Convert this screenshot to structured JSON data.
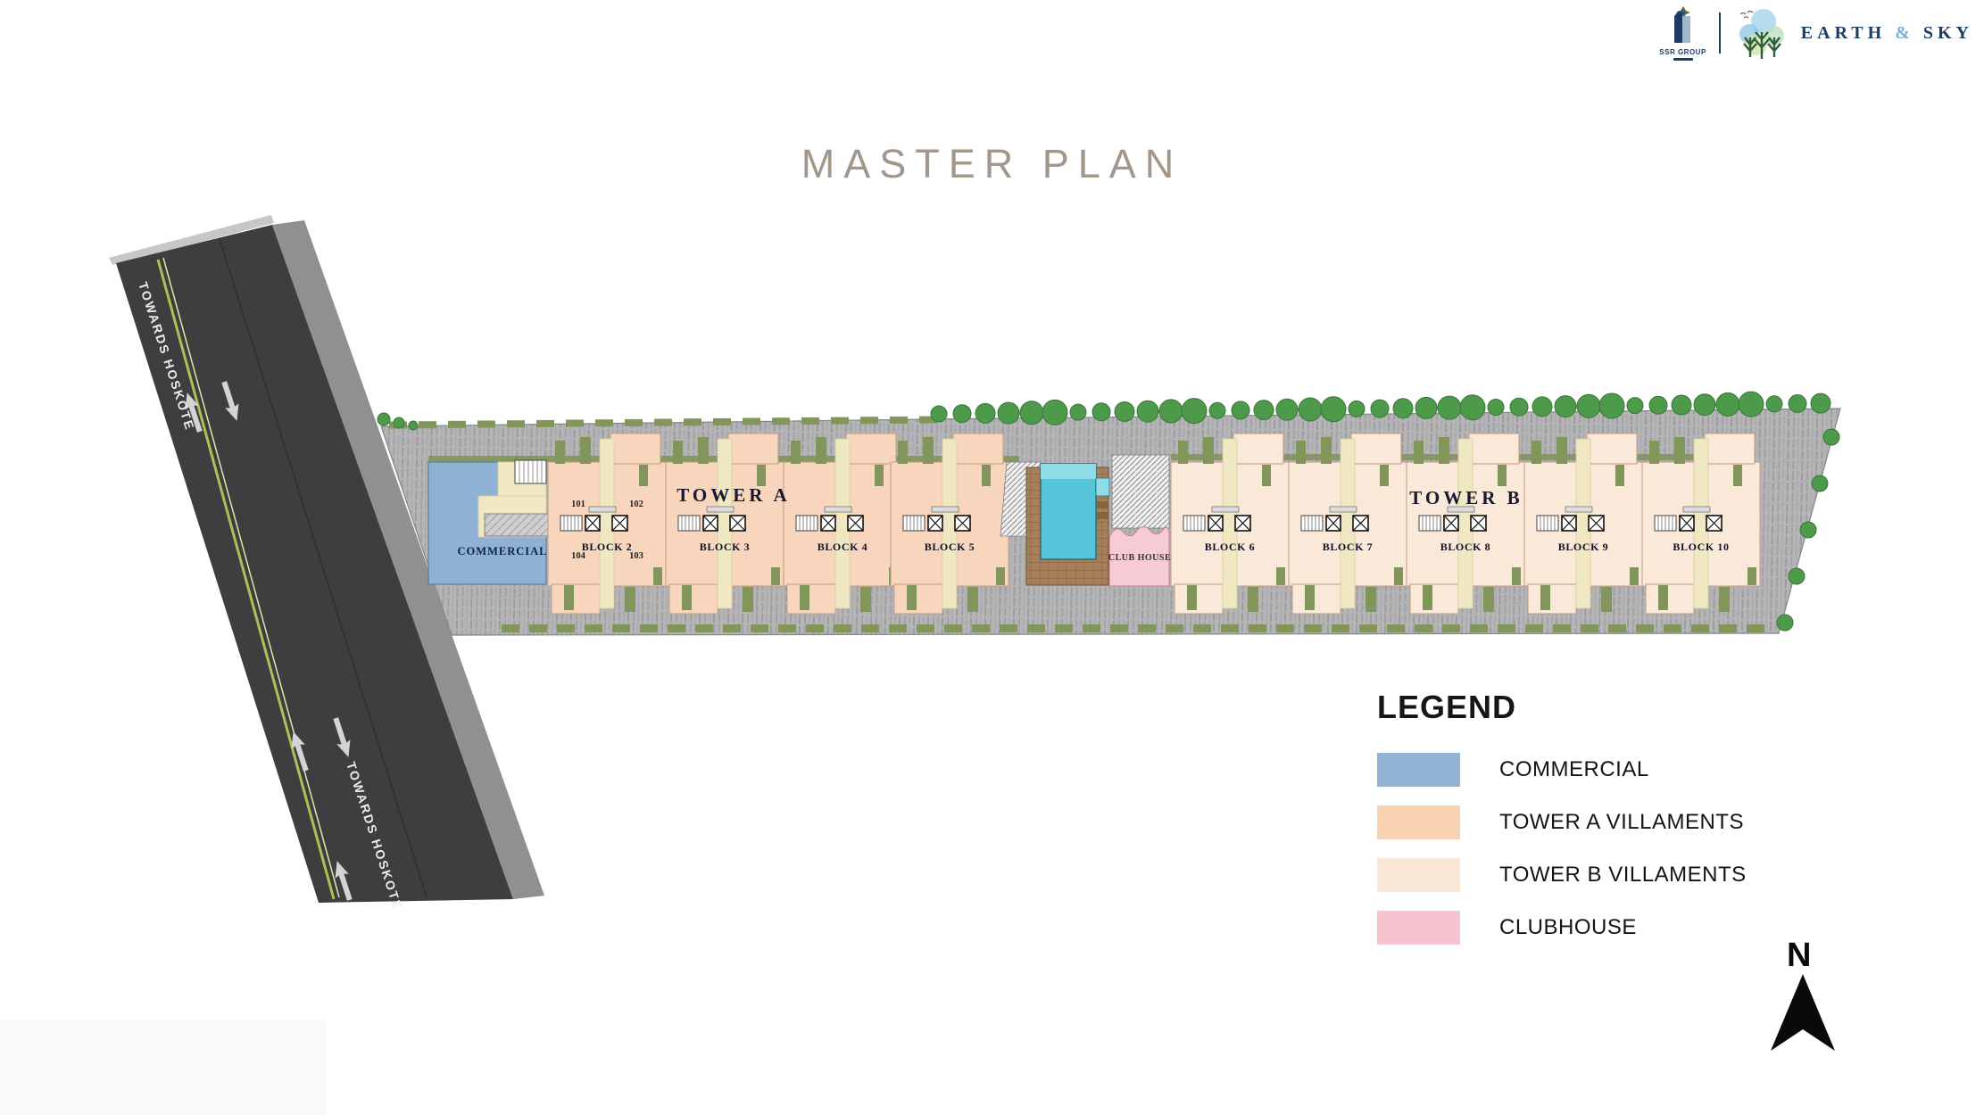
{
  "brand": {
    "group_name": "SSR GROUP",
    "project": {
      "earth": "EARTH",
      "amp": "&",
      "sky": "SKY"
    }
  },
  "title": "MASTER PLAN",
  "road": {
    "labels": [
      "TOWARDS HOSKOTE",
      "TOWARDS HOSKOTE"
    ]
  },
  "plan": {
    "commercial_label": "COMMERCIAL",
    "clubhouse_label": "CLUB HOUSE",
    "tower_a_label": "TOWER A",
    "tower_b_label": "TOWER B",
    "unit_numbers": [
      "101",
      "102",
      "103",
      "104"
    ],
    "blocks": [
      {
        "label": "BLOCK 2"
      },
      {
        "label": "BLOCK 3"
      },
      {
        "label": "BLOCK 4"
      },
      {
        "label": "BLOCK 5"
      },
      {
        "label": "BLOCK 6"
      },
      {
        "label": "BLOCK 7"
      },
      {
        "label": "BLOCK 8"
      },
      {
        "label": "BLOCK 9"
      },
      {
        "label": "BLOCK 10"
      }
    ]
  },
  "legend": {
    "title": "LEGEND",
    "items": [
      {
        "label": "COMMERCIAL",
        "color": "#92b4d5"
      },
      {
        "label": "TOWER A VILLAMENTS",
        "color": "#f8d2b0"
      },
      {
        "label": "TOWER B VILLAMENTS",
        "color": "#fae7d5"
      },
      {
        "label": "CLUBHOUSE",
        "color": "#f5c4cf"
      }
    ]
  },
  "compass": {
    "label": "N"
  },
  "colors": {
    "title": "#a3968a",
    "commercial": "#8fb2d4",
    "towerA": "#f7d6bd",
    "towerB": "#fae8d8",
    "clubhouse": "#f6cbd4",
    "pool": "#56c5da",
    "road": "#3e3e40",
    "cream": "#efe8c3",
    "olive": "#82955a",
    "tree": "#4d9a4a",
    "brand_navy": "#1c3c66",
    "brand_blue": "#74b3d6"
  }
}
